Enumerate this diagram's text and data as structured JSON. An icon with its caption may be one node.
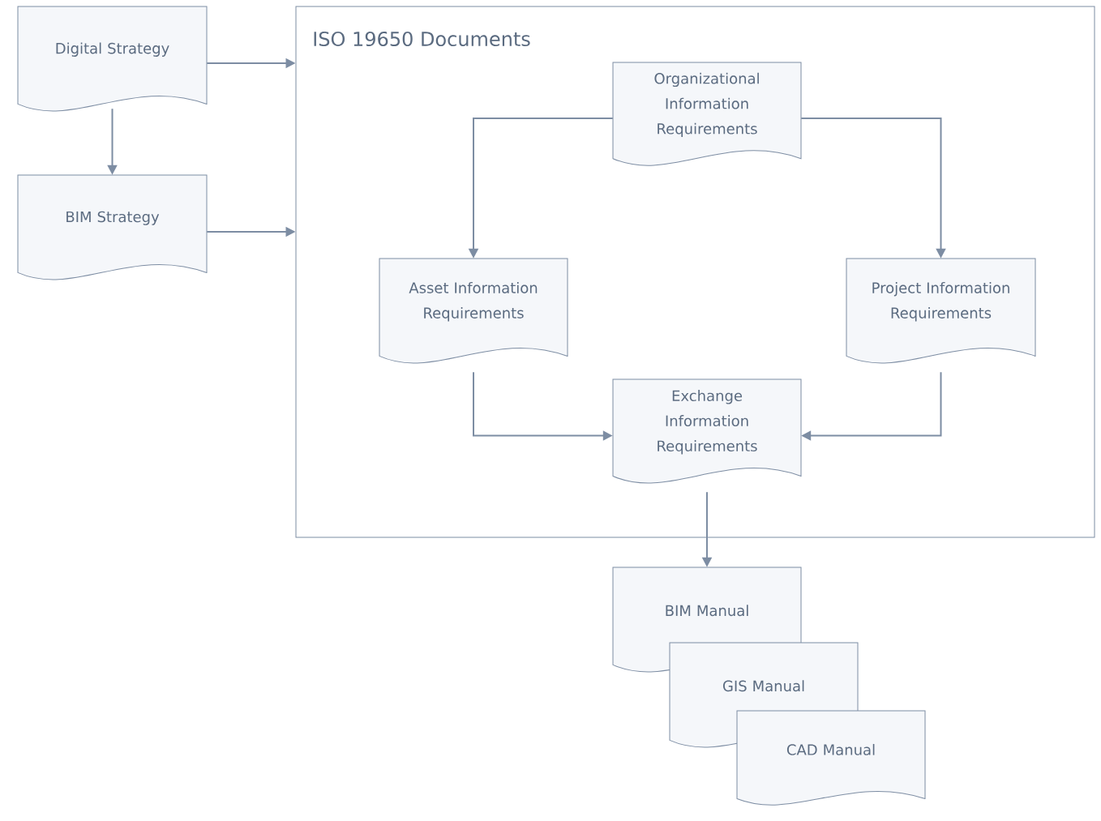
{
  "diagram": {
    "nodes": [
      {
        "text": [
          "Digital Strategy"
        ]
      },
      {
        "text": [
          "BIM Strategy"
        ]
      },
      {
        "text": [
          "ISO 19650 Documents"
        ]
      },
      {
        "text": [
          "Organizational Information Requirements"
        ],
        "in": 2
      },
      {
        "text": [
          "Asset Information Requirements"
        ],
        "in": 2
      },
      {
        "text": [
          "Project Information Requirements"
        ],
        "in": 2
      },
      {
        "text": [
          "Exchange Information Requirements"
        ],
        "in": 2
      },
      {
        "text": [
          "BIM Manual"
        ]
      },
      {
        "text": [
          "GIS Manual"
        ]
      },
      {
        "text": [
          "CAD Manual"
        ]
      }
    ],
    "edges": [
      {
        "from": 0,
        "to": 2,
        "arrow": "to"
      },
      {
        "from": 0,
        "to": 1,
        "arrow": "to"
      },
      {
        "from": 1,
        "to": 2,
        "arrow": "to"
      },
      {
        "from": 3,
        "to": 4,
        "arrow": "to"
      },
      {
        "from": 3,
        "to": 5,
        "arrow": "to"
      },
      {
        "from": 4,
        "to": 6,
        "arrow": "to"
      },
      {
        "from": 5,
        "to": 6,
        "arrow": "to"
      },
      {
        "from": 6,
        "to": 7,
        "arrow": "to"
      }
    ]
  }
}
